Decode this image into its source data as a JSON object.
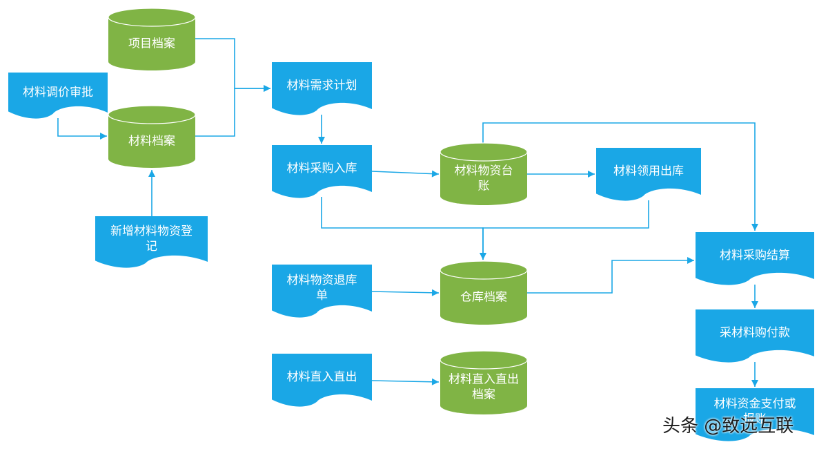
{
  "diagram": {
    "node_color": "#1aa7e6",
    "store_color": "#80b445",
    "nodes": {
      "project_archive": {
        "label": "项目档案",
        "shape": "cylinder"
      },
      "material_archive": {
        "label": "材料档案",
        "shape": "cylinder"
      },
      "price_approval": {
        "label": "材料调价审批",
        "shape": "document"
      },
      "new_material_registration": {
        "label": "新增材料物资登记",
        "shape": "document"
      },
      "material_demand_plan": {
        "label": "材料需求计划",
        "shape": "document"
      },
      "material_purchase_inbound": {
        "label": "材料采购入库",
        "shape": "document"
      },
      "material_ledger": {
        "label": "材料物资台账",
        "shape": "cylinder"
      },
      "material_outbound": {
        "label": "材料领用出库",
        "shape": "document"
      },
      "material_return_order": {
        "label": "材料物资退库单",
        "shape": "document"
      },
      "warehouse_archive": {
        "label": "仓库档案",
        "shape": "cylinder"
      },
      "direct_in_out": {
        "label": "材料直入直出",
        "shape": "document"
      },
      "direct_in_out_archive": {
        "label": "材料直入直出档案",
        "shape": "cylinder"
      },
      "purchase_settlement": {
        "label": "材料采购结算",
        "shape": "document"
      },
      "purchase_payment": {
        "label": "采材料购付款",
        "shape": "document"
      },
      "fund_payment": {
        "label": "材料资金支付或报账",
        "shape": "document"
      }
    },
    "edges": [
      {
        "from": "project_archive",
        "to": "material_demand_plan"
      },
      {
        "from": "material_archive",
        "to": "material_demand_plan"
      },
      {
        "from": "price_approval",
        "to": "material_archive"
      },
      {
        "from": "new_material_registration",
        "to": "material_archive"
      },
      {
        "from": "material_demand_plan",
        "to": "material_purchase_inbound"
      },
      {
        "from": "material_purchase_inbound",
        "to": "material_ledger"
      },
      {
        "from": "material_ledger",
        "to": "material_outbound"
      },
      {
        "from": "material_purchase_inbound",
        "to": "warehouse_archive"
      },
      {
        "from": "material_outbound",
        "to": "warehouse_archive"
      },
      {
        "from": "material_ledger",
        "to": "purchase_settlement"
      },
      {
        "from": "material_return_order",
        "to": "warehouse_archive"
      },
      {
        "from": "warehouse_archive",
        "to": "purchase_settlement"
      },
      {
        "from": "direct_in_out",
        "to": "direct_in_out_archive"
      },
      {
        "from": "purchase_settlement",
        "to": "purchase_payment"
      },
      {
        "from": "purchase_payment",
        "to": "fund_payment"
      }
    ]
  },
  "watermark": "头条 @致远互联"
}
